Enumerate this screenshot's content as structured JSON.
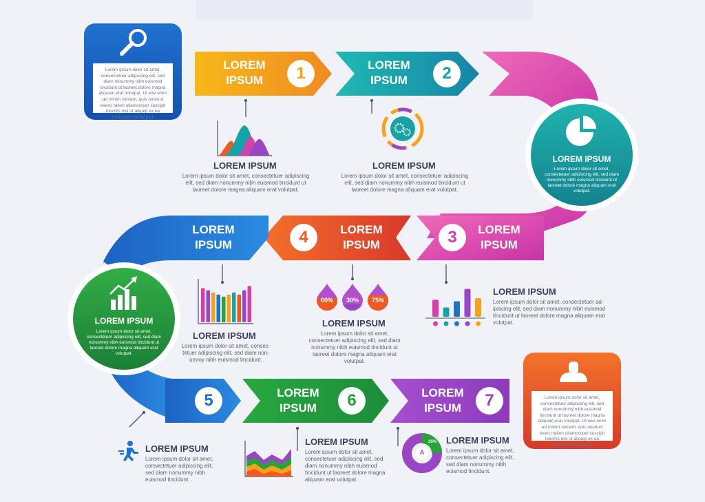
{
  "top_card": {
    "text": "Lorem ipsum dolor sit amet, consectetuer adipiscing elit, sed diam nonummy nibh euismod tincidunt ut laoreet dolore magna aliquam erat volutpat. Ut wisi enim ad minim veniam, quis nostrud exerci tation ullamcorper suscipit lobortis nisl ut aliquip ex ea commodo consequat."
  },
  "bottom_card": {
    "text": "Lorem ipsum dolor sit amet, consectetuer adipiscing elit, sed diam nonummy nibh euismod tincidunt ut laoreet dolore magna aliquam erat volutpat. Ut wisi enim ad minim veniam, quis nostrud exerci tation ullamcorper suscipit lobortis nisl ut aliquip ex ea commodo consequat."
  },
  "steps": [
    {
      "label": "LOREM\nIPSUM",
      "number": "1",
      "color": "#f6a21a"
    },
    {
      "label": "LOREM\nIPSUM",
      "number": "2",
      "color": "#16a3a7"
    },
    {
      "label": "LOREM\nIPSUM",
      "number": "3",
      "color": "#d83faa"
    },
    {
      "label": "LOREM\nIPSUM",
      "number": "4",
      "color": "#ef5a22"
    },
    {
      "label": "LOREM\nIPSUM",
      "number": "",
      "color": "#1f72c9"
    },
    {
      "number": "5",
      "color": "#1f72c9"
    },
    {
      "label": "LOREM\nIPSUM",
      "number": "6",
      "color": "#2aa23c"
    },
    {
      "label": "LOREM\nIPSUM",
      "number": "7",
      "color": "#9a45c4"
    }
  ],
  "circles": {
    "pie": {
      "title": "LOREM IPSUM",
      "text": "Lorem ipsum dolor sit amet, consectetuer adipiscing elit, sed diam nonummy nibh euismod tincidunt ut laoreet dolore magna aliquam erat volutpat."
    },
    "growth": {
      "title": "LOREM IPSUM",
      "text": "Lorem ipsum dolor sit amet, consectetuer adipiscing elit, sed diam nonummy nibh euismod tincidunt ut laoreet dolore magna aliquam erat volutpat."
    }
  },
  "blocks": {
    "b1": {
      "title": "LOREM IPSUM",
      "text": "Lorem ipsum dolor sit amet, consectetuer adipiscing elit, sed diam nonummy nibh euismod tincidunt ut laoreet dolore magna aliquam erat volutpat."
    },
    "b2": {
      "title": "LOREM IPSUM",
      "text": "Lorem ipsum dolor sit amet, consectetuer adipiscing elit, sed diam nonummy nibh euismod tincidunt ut laoreet dolore magna aliquam erat volutpat."
    },
    "b3": {
      "title": "LOREM IPSUM",
      "text": "Lorem ipsum dolor sit amet, consectetuer ad- ipiscing elit, sed diam nonummy nibh euismod tincidunt ut laoreet dolore magna aliquam erat volutpat."
    },
    "b4": {
      "title": "LOREM IPSUM",
      "text": "Lorem ipsum dolor sit amet, consectetuer adipiscing elit, sed diam nonummy nibh euismod tincidunt ut laoreet dolore magna aliquam erat volutpat."
    },
    "b5": {
      "title": "LOREM IPSUM",
      "text": "Lorem ipsum dolor sit amet, consec- tetuer adipiscing elit, sed diam non- ummy nibh euismod tincidunt."
    },
    "b6": {
      "title": "LOREM IPSUM",
      "text": "Lorem ipsum dolor sit amet, consectetuer adipiscing elit, sed diam nonummy nibh euismod tincidunt."
    },
    "b7": {
      "title": "LOREM IPSUM",
      "text": "Lorem ipsum dolor sit amet, consectetuer adipiscing elit, sed diam nonummy nibh euismod tincidunt ut laoreet dolore magna aliquam erat volutpat."
    },
    "b8": {
      "title": "LOREM IPSUM",
      "text": "Lorem ipsum dolor sit amet, consectetuer adipiscing elit, sed diam nonummy nibh euismod tincidunt."
    }
  },
  "drops": [
    {
      "label": "60%",
      "value": 60,
      "color": "#ef5a22"
    },
    {
      "label": "30%",
      "value": 30,
      "color": "#9a45c4"
    },
    {
      "label": "75%",
      "value": 75,
      "color": "#ef5a22"
    }
  ],
  "donut": {
    "label": "25%",
    "center": "A",
    "value": 25
  },
  "icons": {
    "top_card": "magnifier-icon",
    "bottom_card": "person-icon",
    "pie_circle": "pie-chart-icon",
    "growth_circle": "growth-chart-icon",
    "gear": "gears-icon",
    "runner": "running-person-icon"
  },
  "bars_4": [
    {
      "value": 80,
      "color": "#d83faa"
    },
    {
      "value": 75,
      "color": "#9a45c4"
    },
    {
      "value": 70,
      "color": "#f6a21a"
    },
    {
      "value": 65,
      "color": "#1f72c9"
    },
    {
      "value": 60,
      "color": "#2aa23c"
    },
    {
      "value": 65,
      "color": "#f6a21a"
    },
    {
      "value": 70,
      "color": "#16a3a7"
    },
    {
      "value": 65,
      "color": "#ef5a22"
    },
    {
      "value": 75,
      "color": "#9a45c4"
    },
    {
      "value": 85,
      "color": "#d83faa"
    }
  ],
  "bars_3": [
    {
      "value": 55,
      "color": "#d83faa"
    },
    {
      "value": 30,
      "color": "#16a3a7"
    },
    {
      "value": 50,
      "color": "#1f72c9"
    },
    {
      "value": 90,
      "color": "#9a45c4"
    },
    {
      "value": 60,
      "color": "#f6a21a"
    }
  ]
}
